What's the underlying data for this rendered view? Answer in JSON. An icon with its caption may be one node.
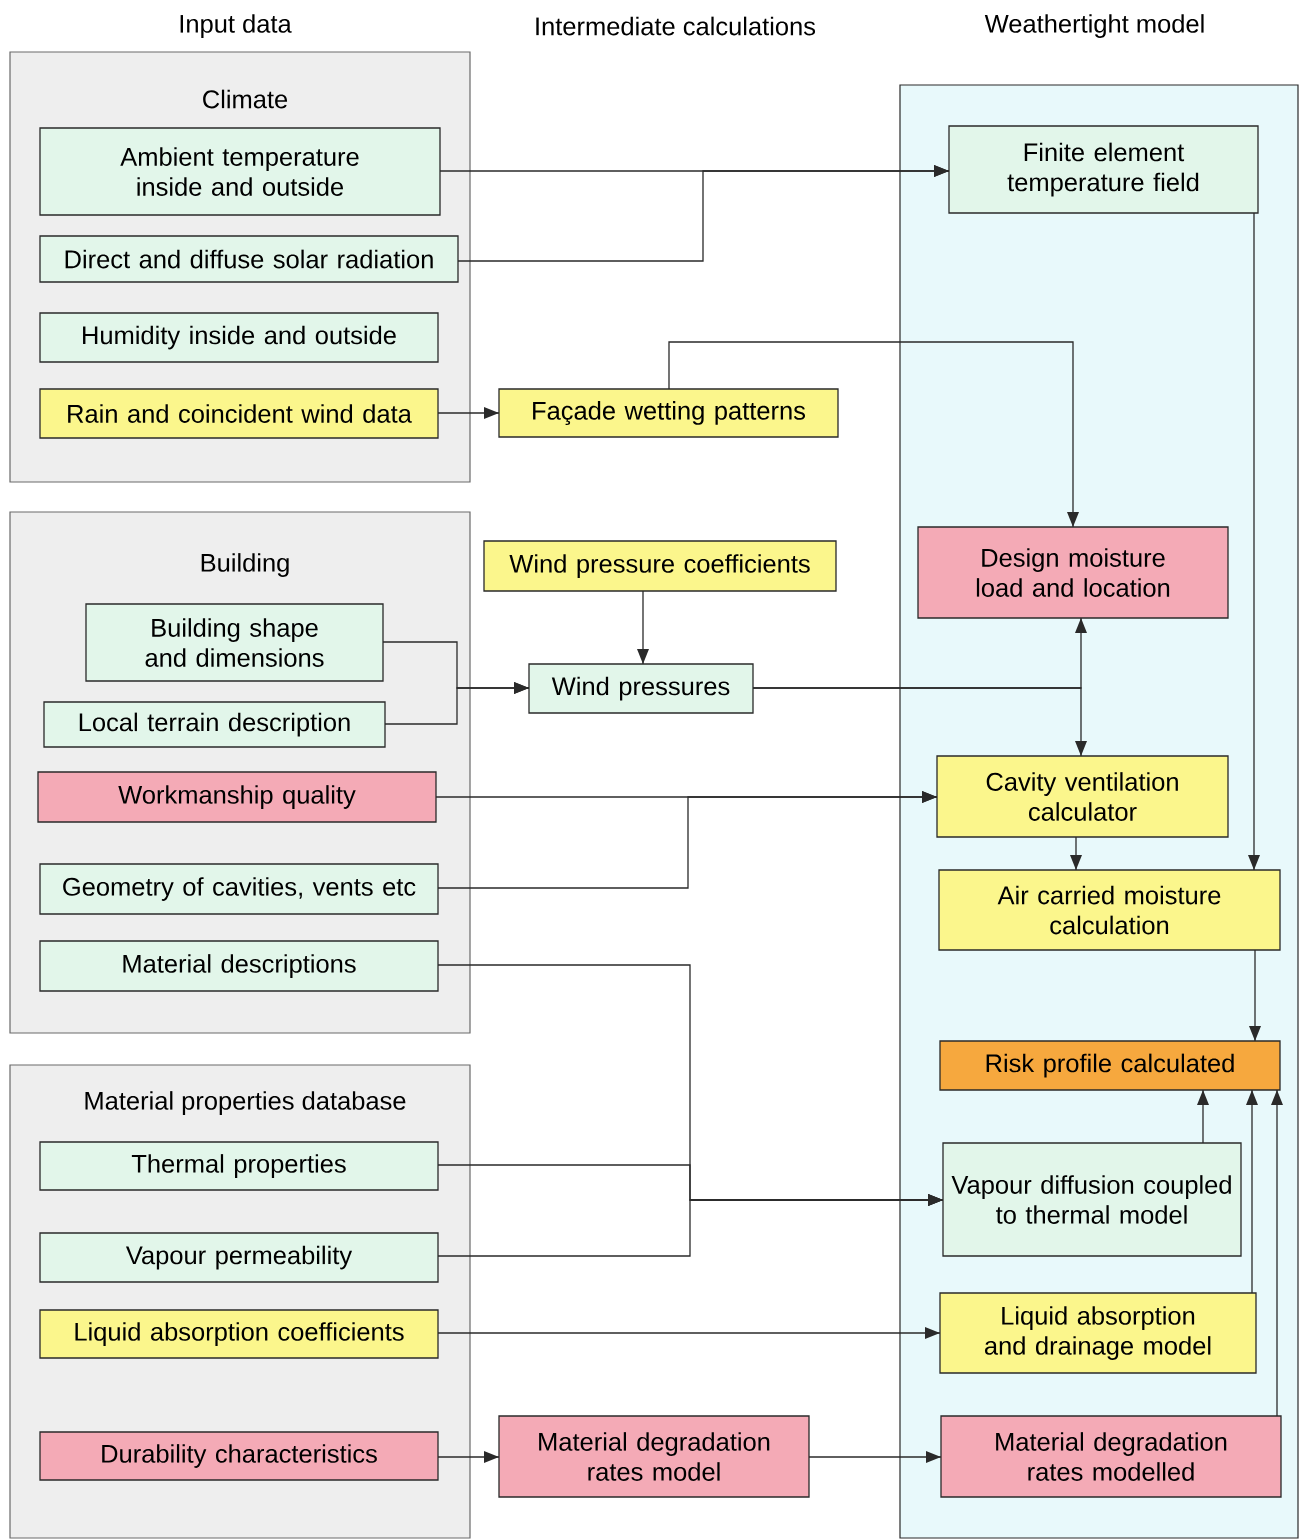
{
  "diagram": {
    "nodes": [
      {
        "text": [
          "Climate"
        ]
      },
      {
        "text": [
          "Ambient temperature inside and outside"
        ],
        "in": 0
      },
      {
        "text": [
          "Direct and diffuse solar radiation"
        ],
        "in": 0
      },
      {
        "text": [
          "Humidity inside and outside"
        ],
        "in": 0
      },
      {
        "text": [
          "Rain and coincident wind data"
        ],
        "in": 0
      },
      {
        "text": [
          "Building"
        ]
      },
      {
        "text": [
          "Building shape and dimensions"
        ],
        "in": 5
      },
      {
        "text": [
          "Local terrain description"
        ],
        "in": 5
      },
      {
        "text": [
          "Workmanship quality"
        ],
        "in": 5
      },
      {
        "text": [
          "Geometry of cavities, vents etc"
        ],
        "in": 5
      },
      {
        "text": [
          "Material descriptions"
        ],
        "in": 5
      },
      {
        "text": [
          "Material properties database"
        ]
      },
      {
        "text": [
          "Thermal properties"
        ],
        "in": 11
      },
      {
        "text": [
          "Vapour permeability"
        ],
        "in": 11
      },
      {
        "text": [
          "Liquid absorption coefficients"
        ],
        "in": 11
      },
      {
        "text": [
          "Durability characteristics"
        ],
        "in": 11
      },
      {
        "text": [
          "Façade wetting patterns"
        ]
      },
      {
        "text": [
          "Wind pressure coefficients"
        ]
      },
      {
        "text": [
          "Wind pressures"
        ]
      },
      {
        "text": [
          "Material degradation rates model"
        ]
      },
      {
        "text": [
          "Weathertight model"
        ]
      },
      {
        "text": [
          "Finite element temperature field"
        ],
        "in": 20
      },
      {
        "text": [
          "Design moisture load and location"
        ],
        "in": 20
      },
      {
        "text": [
          "Cavity ventilation calculator"
        ],
        "in": 20
      },
      {
        "text": [
          "Air carried moisture calculation"
        ],
        "in": 20
      },
      {
        "text": [
          "Risk profile calculated"
        ],
        "in": 20
      },
      {
        "text": [
          "Vapour diffusion coupled to thermal model"
        ],
        "in": 20
      },
      {
        "text": [
          "Liquid absorption and drainage model"
        ],
        "in": 20
      },
      {
        "text": [
          "Material degradation rates modelled"
        ],
        "in": 20
      }
    ],
    "edges": [
      {
        "from": 1,
        "to": 21,
        "arrow": "to"
      },
      {
        "from": 2,
        "to": 21,
        "arrow": "to"
      },
      {
        "from": 4,
        "to": 16,
        "arrow": "to"
      },
      {
        "from": 16,
        "to": 22,
        "arrow": "to"
      },
      {
        "from": 17,
        "to": 18,
        "arrow": "to"
      },
      {
        "from": 6,
        "to": 18,
        "arrow": "to"
      },
      {
        "from": 7,
        "to": 18,
        "arrow": "to"
      },
      {
        "from": 18,
        "to": 22,
        "arrow": "to"
      },
      {
        "from": 18,
        "to": 23,
        "arrow": "to"
      },
      {
        "from": 8,
        "to": 23,
        "arrow": "to"
      },
      {
        "from": 9,
        "to": 23,
        "arrow": "to"
      },
      {
        "from": 23,
        "to": 24,
        "arrow": "to"
      },
      {
        "from": 21,
        "to": 24,
        "arrow": "to"
      },
      {
        "from": 24,
        "to": 25,
        "arrow": "to"
      },
      {
        "from": 26,
        "to": 25,
        "arrow": "to"
      },
      {
        "from": 27,
        "to": 25,
        "arrow": "to"
      },
      {
        "from": 28,
        "to": 25,
        "arrow": "to"
      },
      {
        "from": 10,
        "to": 26,
        "arrow": "to"
      },
      {
        "from": 12,
        "to": 26,
        "arrow": "to"
      },
      {
        "from": 13,
        "to": 26,
        "arrow": "to"
      },
      {
        "from": 14,
        "to": 27,
        "arrow": "to"
      },
      {
        "from": 15,
        "to": 19,
        "arrow": "to"
      },
      {
        "from": 19,
        "to": 28,
        "arrow": "to"
      }
    ],
    "labels": [
      "Input data",
      "Intermediate calculations"
    ]
  }
}
